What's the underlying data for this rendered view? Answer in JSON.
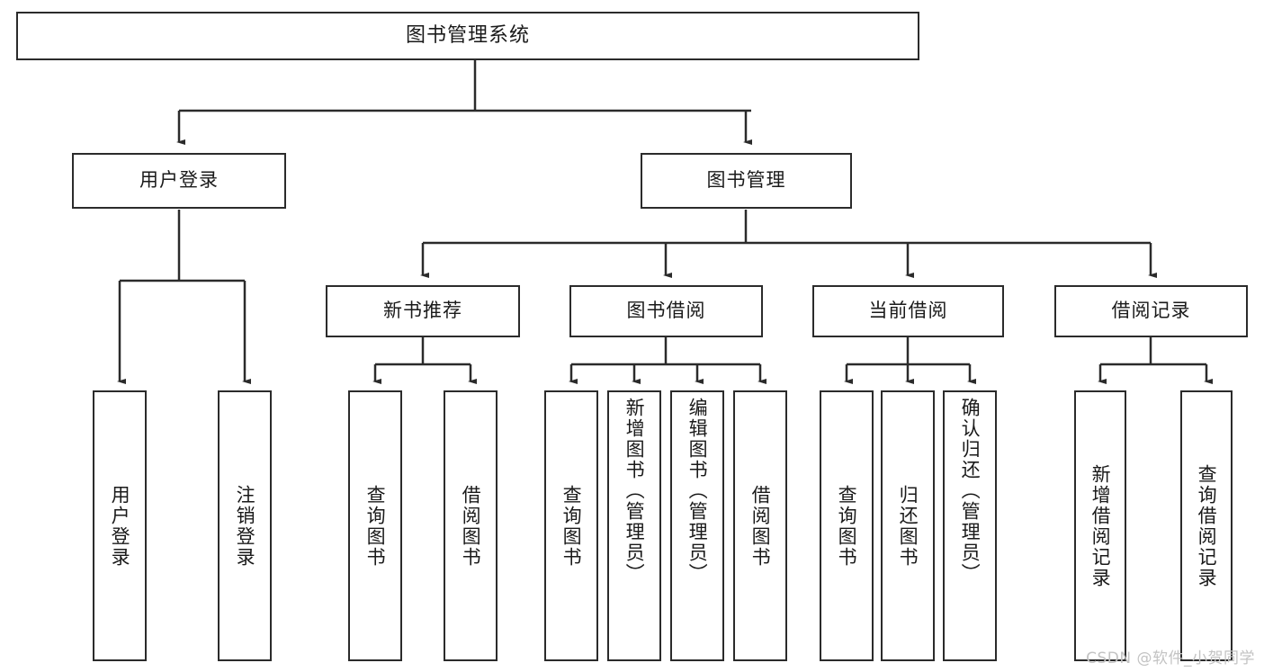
{
  "diagram": {
    "type": "tree-hierarchy",
    "title": "图书管理系统",
    "watermark": "CSDN @软件_小贺同学",
    "colors": {
      "stroke": "#2b2b2b",
      "fill": "#ffffff",
      "text": "#1a1a1a",
      "watermark": "#c3c3c3"
    },
    "root": {
      "label": "图书管理系统"
    },
    "level2": [
      {
        "label": "用户登录"
      },
      {
        "label": "图书管理"
      }
    ],
    "level3": [
      {
        "label": "新书推荐"
      },
      {
        "label": "图书借阅"
      },
      {
        "label": "当前借阅"
      },
      {
        "label": "借阅记录"
      }
    ],
    "leaves": {
      "user_login": [
        {
          "label": "用户登录"
        },
        {
          "label": "注销登录"
        }
      ],
      "new_book": [
        {
          "label": "查询图书"
        },
        {
          "label": "借阅图书"
        }
      ],
      "borrow_book": [
        {
          "label": "查询图书"
        },
        {
          "label": "新增图书（管理员）"
        },
        {
          "label": "编辑图书（管理员）"
        },
        {
          "label": "借阅图书"
        }
      ],
      "current_borrow": [
        {
          "label": "查询图书"
        },
        {
          "label": "归还图书"
        },
        {
          "label": "确认归还（管理员）"
        }
      ],
      "borrow_record": [
        {
          "label": "新增借阅记录"
        },
        {
          "label": "查询借阅记录"
        }
      ]
    }
  }
}
